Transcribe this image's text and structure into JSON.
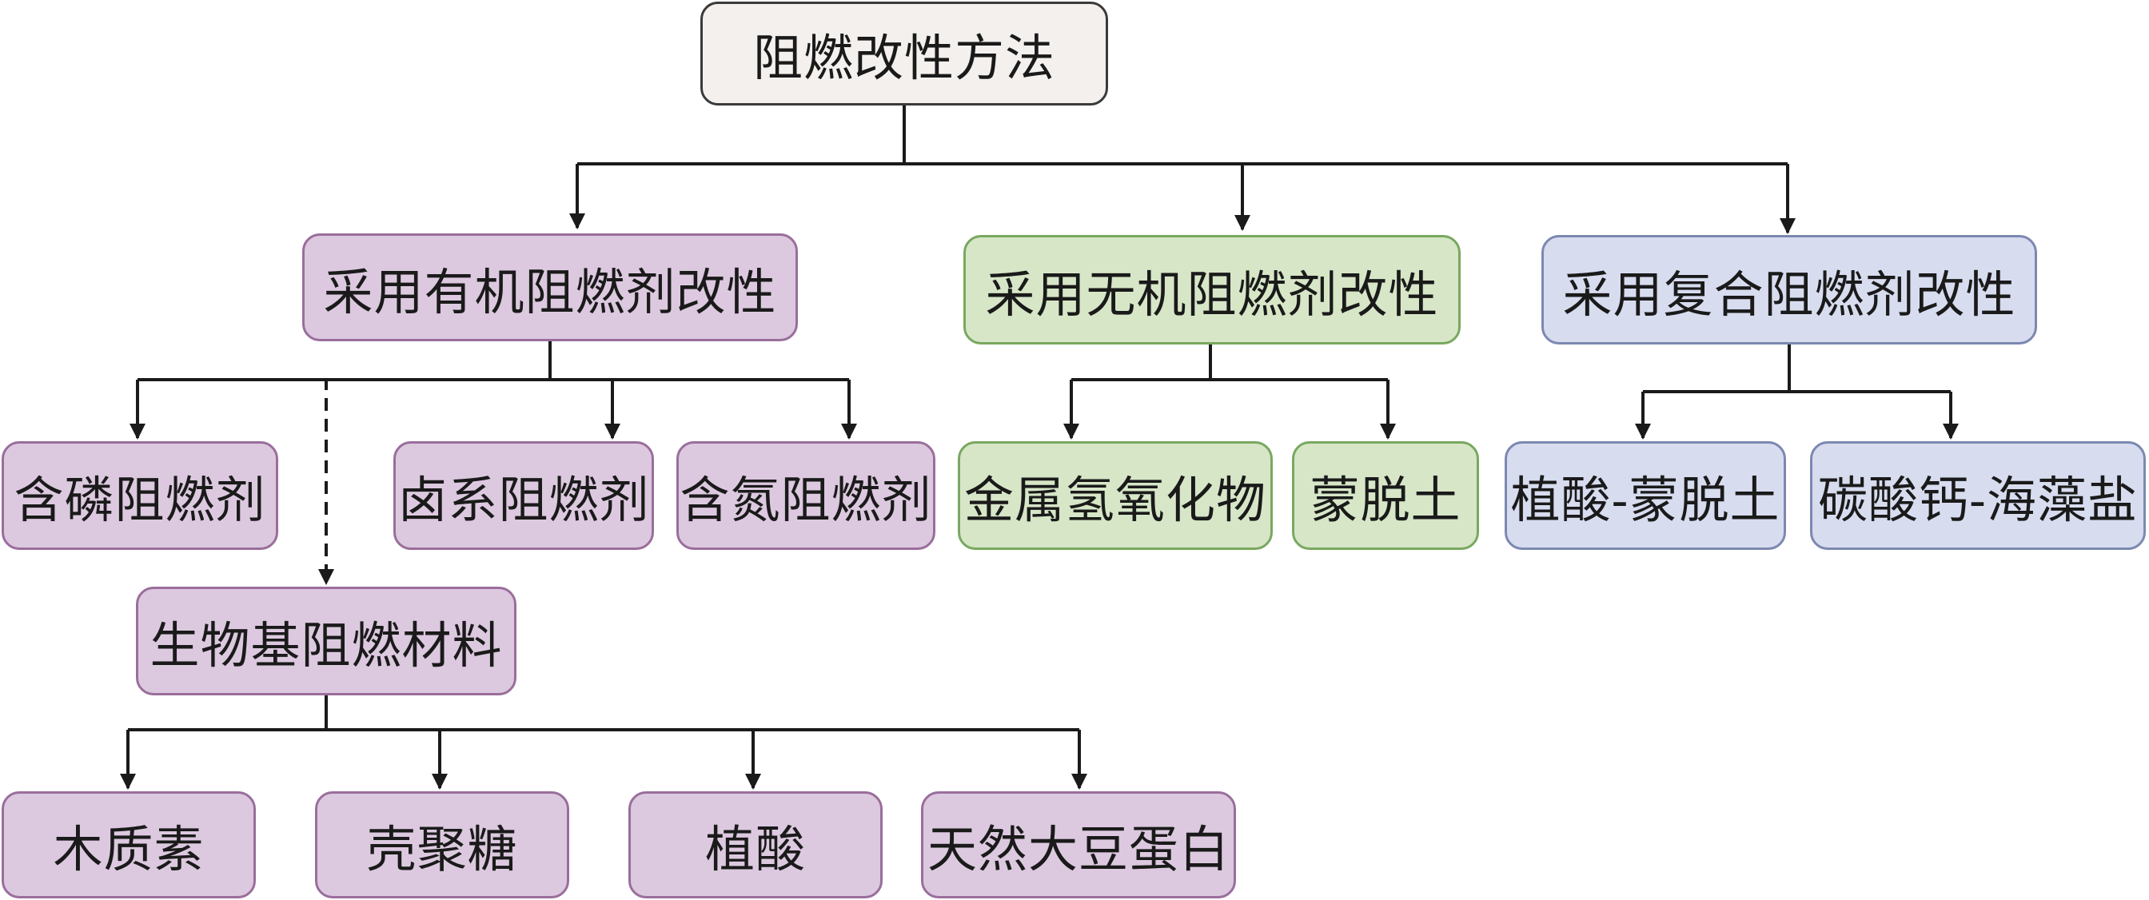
{
  "diagram": {
    "root": {
      "label": "阻燃改性方法"
    },
    "branches": {
      "organic": {
        "label": "采用有机阻燃剂改性"
      },
      "inorganic": {
        "label": "采用无机阻燃剂改性"
      },
      "composite": {
        "label": "采用复合阻燃剂改性"
      }
    },
    "organic_children": [
      {
        "label": "含磷阻燃剂"
      },
      {
        "label": "卤系阻燃剂"
      },
      {
        "label": "含氮阻燃剂"
      }
    ],
    "bio_based": {
      "label": "生物基阻燃材料"
    },
    "bio_children": [
      {
        "label": "木质素"
      },
      {
        "label": "壳聚糖"
      },
      {
        "label": "植酸"
      },
      {
        "label": "天然大豆蛋白"
      }
    ],
    "inorganic_children": [
      {
        "label": "金属氢氧化物"
      },
      {
        "label": "蒙脱土"
      }
    ],
    "composite_children": [
      {
        "label": "植酸-蒙脱土"
      },
      {
        "label": "碳酸钙-海藻盐"
      }
    ],
    "colors": {
      "root_fill": "#f3f0ee",
      "organic_fill": "#dcc9df",
      "inorganic_fill": "#d6e6c7",
      "composite_fill": "#d7dcef",
      "line": "#1a1a1a"
    }
  }
}
